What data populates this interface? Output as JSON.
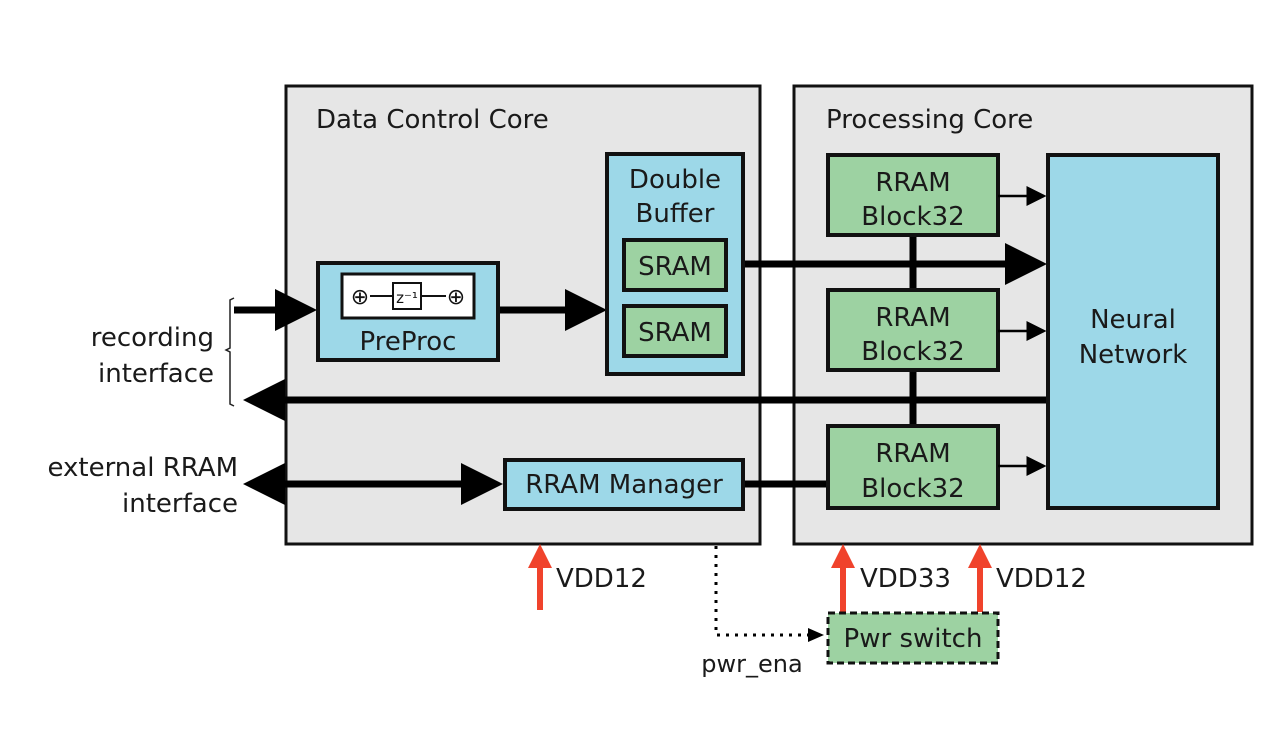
{
  "colors": {
    "core_fill": "#e6e6e6",
    "block_blue": "#9dd8e8",
    "block_green": "#9dd2a2",
    "power_arrow": "#f0432c",
    "line": "#000000"
  },
  "cores": {
    "data_control": {
      "title": "Data Control Core"
    },
    "processing": {
      "title": "Processing Core"
    }
  },
  "blocks": {
    "preproc": {
      "label": "PreProc",
      "sum_left": "⊕",
      "delay": "z⁻¹",
      "sum_right": "⊕"
    },
    "double_buffer": {
      "line1": "Double",
      "line2": "Buffer",
      "sram1": "SRAM",
      "sram2": "SRAM"
    },
    "rram_manager": {
      "label": "RRAM Manager"
    },
    "rram_blocks": [
      {
        "line1": "RRAM",
        "line2": "Block32"
      },
      {
        "line1": "RRAM",
        "line2": "Block32"
      },
      {
        "line1": "RRAM",
        "line2": "Block32"
      }
    ],
    "neural_network": {
      "line1": "Neural",
      "line2": "Network"
    },
    "pwr_switch": {
      "label": "Pwr switch"
    }
  },
  "external": {
    "recording_interface": {
      "line1": "recording",
      "line2": "interface"
    },
    "external_rram_interface": {
      "line1": "external RRAM",
      "line2": "interface"
    }
  },
  "power": {
    "vdd_data_core": "VDD12",
    "vdd_proc_33": "VDD33",
    "vdd_proc_12": "VDD12"
  },
  "signals": {
    "pwr_ena": "pwr_ena"
  }
}
